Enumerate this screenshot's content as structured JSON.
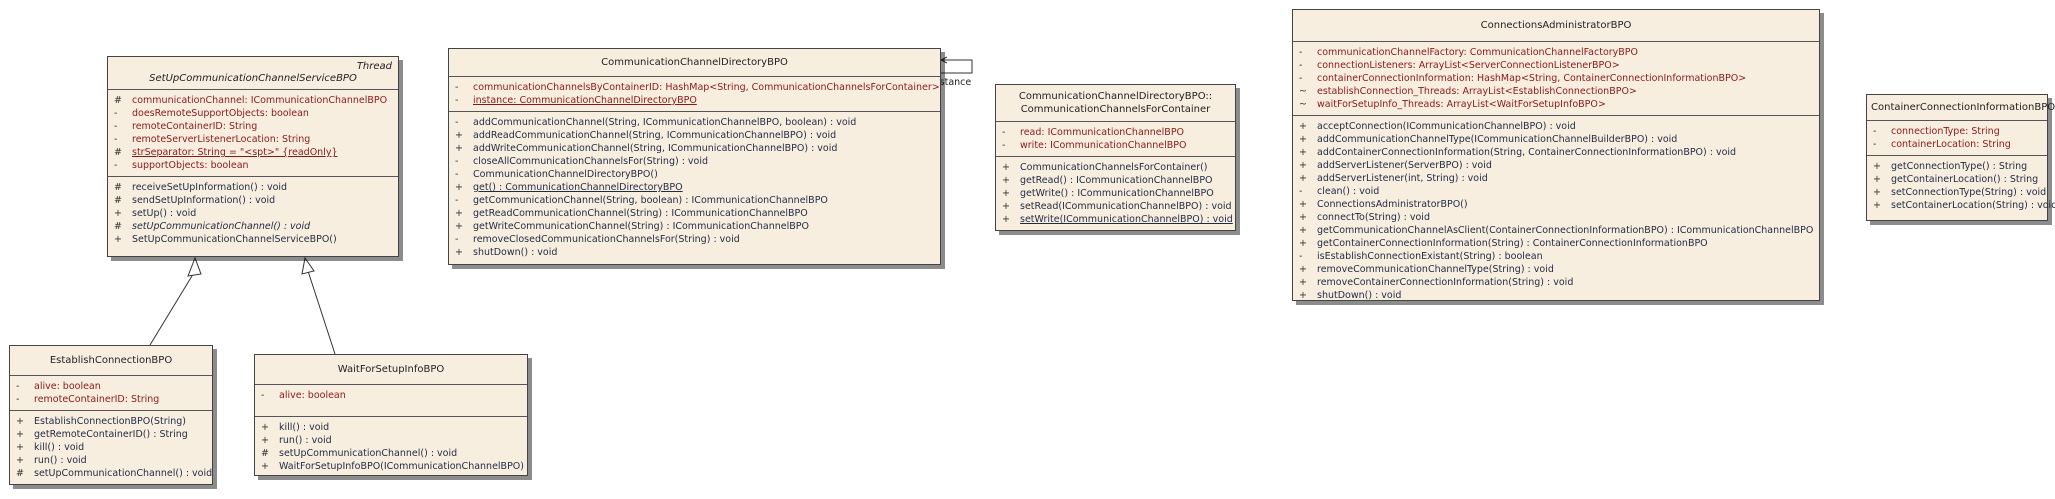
{
  "classes": {
    "setup": {
      "stereotype": "Thread",
      "name": "SetUpCommunicationChannelServiceBPO",
      "attributes": [
        {
          "vis": "#",
          "text": "communicationChannel:  ICommunicationChannelBPO"
        },
        {
          "vis": "-",
          "text": "doesRemoteSupportObjects:  boolean"
        },
        {
          "vis": "-",
          "text": "remoteContainerID:  String"
        },
        {
          "vis": "-",
          "text": "remoteServerListenerLocation:  String"
        },
        {
          "vis": "#",
          "text": "strSeparator:  String = \"<spt>\" {readOnly}"
        },
        {
          "vis": "-",
          "text": "supportObjects:  boolean"
        }
      ],
      "operations": [
        {
          "vis": "#",
          "text": "receiveSetUpInformation() : void"
        },
        {
          "vis": "#",
          "text": "sendSetUpInformation() : void"
        },
        {
          "vis": "+",
          "text": "setUp() : void"
        },
        {
          "vis": "#",
          "text": "setUpCommunicationChannel() : void"
        },
        {
          "vis": "+",
          "text": "SetUpCommunicationChannelServiceBPO()"
        }
      ]
    },
    "establish": {
      "name": "EstablishConnectionBPO",
      "attributes": [
        {
          "vis": "-",
          "text": "alive:  boolean"
        },
        {
          "vis": "-",
          "text": "remoteContainerID:  String"
        }
      ],
      "operations": [
        {
          "vis": "+",
          "text": "EstablishConnectionBPO(String)"
        },
        {
          "vis": "+",
          "text": "getRemoteContainerID() : String"
        },
        {
          "vis": "+",
          "text": "kill() : void"
        },
        {
          "vis": "+",
          "text": "run() : void"
        },
        {
          "vis": "#",
          "text": "setUpCommunicationChannel() : void"
        }
      ]
    },
    "wait": {
      "name": "WaitForSetupInfoBPO",
      "attributes": [
        {
          "vis": "-",
          "text": "alive:  boolean"
        }
      ],
      "operations": [
        {
          "vis": "+",
          "text": "kill() : void"
        },
        {
          "vis": "+",
          "text": "run() : void"
        },
        {
          "vis": "#",
          "text": "setUpCommunicationChannel() : void"
        },
        {
          "vis": "+",
          "text": "WaitForSetupInfoBPO(ICommunicationChannelBPO)"
        }
      ]
    },
    "directory": {
      "name": "CommunicationChannelDirectoryBPO",
      "self_assoc_label": "instance",
      "attributes": [
        {
          "vis": "-",
          "text": "communicationChannelsByContainerID:  HashMap<String, CommunicationChannelsForContainer>"
        },
        {
          "vis": "-",
          "text": "instance:  CommunicationChannelDirectoryBPO"
        }
      ],
      "operations": [
        {
          "vis": "-",
          "text": "addCommunicationChannel(String, ICommunicationChannelBPO, boolean) : void"
        },
        {
          "vis": "+",
          "text": "addReadCommunicationChannel(String, ICommunicationChannelBPO) : void"
        },
        {
          "vis": "+",
          "text": "addWriteCommunicationChannel(String, ICommunicationChannelBPO) : void"
        },
        {
          "vis": "-",
          "text": "closeAllCommunicationChannelsFor(String) : void"
        },
        {
          "vis": "-",
          "text": "CommunicationChannelDirectoryBPO()"
        },
        {
          "vis": "+",
          "text": "get() : CommunicationChannelDirectoryBPO"
        },
        {
          "vis": "-",
          "text": "getCommunicationChannel(String, boolean) : ICommunicationChannelBPO"
        },
        {
          "vis": "+",
          "text": "getReadCommunicationChannel(String) : ICommunicationChannelBPO"
        },
        {
          "vis": "+",
          "text": "getWriteCommunicationChannel(String) : ICommunicationChannelBPO"
        },
        {
          "vis": "-",
          "text": "removeClosedCommunicationChannelsFor(String) : void"
        },
        {
          "vis": "+",
          "text": "shutDown() : void"
        }
      ]
    },
    "forcontainer": {
      "name_line1": "CommunicationChannelDirectoryBPO::",
      "name_line2": "CommunicationChannelsForContainer",
      "attributes": [
        {
          "vis": "-",
          "text": "read:  ICommunicationChannelBPO"
        },
        {
          "vis": "-",
          "text": "write:  ICommunicationChannelBPO"
        }
      ],
      "operations": [
        {
          "vis": "+",
          "text": "CommunicationChannelsForContainer()"
        },
        {
          "vis": "+",
          "text": "getRead() : ICommunicationChannelBPO"
        },
        {
          "vis": "+",
          "text": "getWrite() : ICommunicationChannelBPO"
        },
        {
          "vis": "+",
          "text": "setRead(ICommunicationChannelBPO) : void"
        },
        {
          "vis": "+",
          "text": "setWrite(ICommunicationChannelBPO) : void"
        }
      ]
    },
    "admin": {
      "name": "ConnectionsAdministratorBPO",
      "attributes": [
        {
          "vis": "-",
          "text": "communicationChannelFactory:  CommunicationChannelFactoryBPO"
        },
        {
          "vis": "-",
          "text": "connectionListeners:  ArrayList<ServerConnectionListenerBPO>"
        },
        {
          "vis": "-",
          "text": "containerConnectionInformation:  HashMap<String, ContainerConnectionInformationBPO>"
        },
        {
          "vis": "~",
          "text": "establishConnection_Threads:  ArrayList<EstablishConnectionBPO>"
        },
        {
          "vis": "~",
          "text": "waitForSetupInfo_Threads:  ArrayList<WaitForSetupInfoBPO>"
        }
      ],
      "operations": [
        {
          "vis": "+",
          "text": "acceptConnection(ICommunicationChannelBPO) : void"
        },
        {
          "vis": "+",
          "text": "addCommunicationChannelType(ICommunicationChannelBuilderBPO) : void"
        },
        {
          "vis": "+",
          "text": "addContainerConnectionInformation(String, ContainerConnectionInformationBPO) : void"
        },
        {
          "vis": "+",
          "text": "addServerListener(ServerBPO) : void"
        },
        {
          "vis": "+",
          "text": "addServerListener(int, String) : void"
        },
        {
          "vis": "-",
          "text": "clean() : void"
        },
        {
          "vis": "+",
          "text": "ConnectionsAdministratorBPO()"
        },
        {
          "vis": "+",
          "text": "connectTo(String) : void"
        },
        {
          "vis": "+",
          "text": "getCommunicationChannelAsClient(ContainerConnectionInformationBPO) : ICommunicationChannelBPO"
        },
        {
          "vis": "+",
          "text": "getContainerConnectionInformation(String) : ContainerConnectionInformationBPO"
        },
        {
          "vis": "-",
          "text": "isEstablishConnectionExistant(String) : boolean"
        },
        {
          "vis": "+",
          "text": "removeCommunicationChannelType(String) : void"
        },
        {
          "vis": "+",
          "text": "removeContainerConnectionInformation(String) : void"
        },
        {
          "vis": "+",
          "text": "shutDown() : void"
        }
      ]
    },
    "containerinfo": {
      "name": "ContainerConnectionInformationBPO",
      "attributes": [
        {
          "vis": "-",
          "text": "connectionType:  String"
        },
        {
          "vis": "-",
          "text": "containerLocation:  String"
        }
      ],
      "operations": [
        {
          "vis": "+",
          "text": "getConnectionType() : String"
        },
        {
          "vis": "+",
          "text": "getContainerLocation() : String"
        },
        {
          "vis": "+",
          "text": "setConnectionType(String) : void"
        },
        {
          "vis": "+",
          "text": "setContainerLocation(String) : void"
        }
      ]
    }
  }
}
